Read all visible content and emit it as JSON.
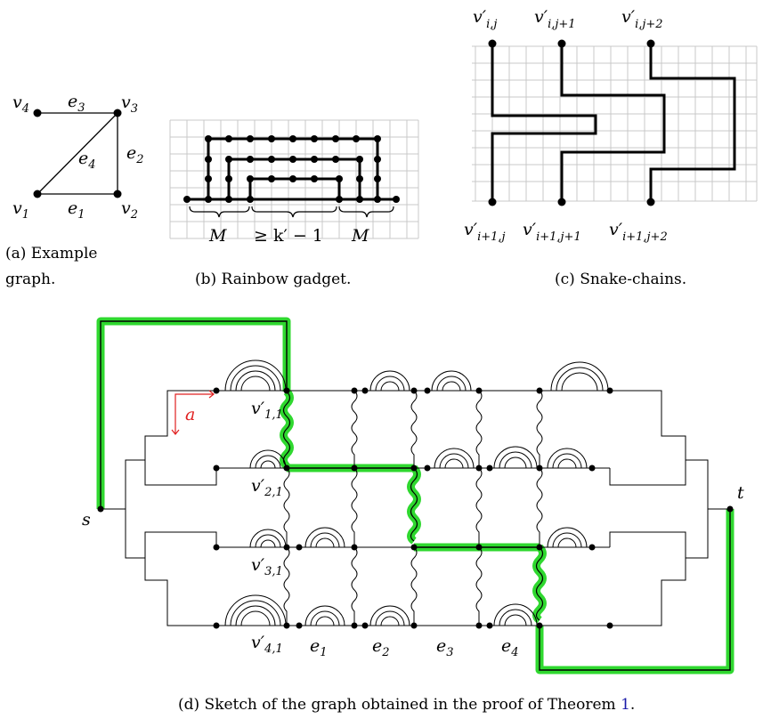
{
  "panel_a": {
    "vertices": {
      "v1": "v",
      "v2": "v",
      "v3": "v",
      "v4": "v"
    },
    "v1_sub": "1",
    "v2_sub": "2",
    "v3_sub": "3",
    "v4_sub": "4",
    "e1": "e",
    "e1_sub": "1",
    "e2": "e",
    "e2_sub": "2",
    "e3": "e",
    "e3_sub": "3",
    "e4": "e",
    "e4_sub": "4",
    "caption_line1": "(a)  Example",
    "caption_line2": "graph."
  },
  "panel_b": {
    "label_m_left": "M",
    "label_middle": "≥ k′ − 1",
    "label_m_right": "M",
    "caption": "(b) Rainbow gadget."
  },
  "panel_c": {
    "top1": "v′",
    "top1_sub": "i,j",
    "top2": "v′",
    "top2_sub": "i,j+1",
    "top3": "v′",
    "top3_sub": "i,j+2",
    "bot1": "v′",
    "bot1_sub": "i+1,j",
    "bot2": "v′",
    "bot2_sub": "i+1,j+1",
    "bot3": "v′",
    "bot3_sub": "i+1,j+2",
    "caption": "(c) Snake-chains."
  },
  "panel_d": {
    "s": "s",
    "t": "t",
    "a": "a",
    "v11": "v′",
    "v11_sub": "1,1",
    "v21": "v′",
    "v21_sub": "2,1",
    "v31": "v′",
    "v31_sub": "3,1",
    "v41": "v′",
    "v41_sub": "4,1",
    "e1": "e",
    "e1_sub": "1",
    "e2": "e",
    "e2_sub": "2",
    "e3": "e",
    "e3_sub": "3",
    "e4": "e",
    "e4_sub": "4",
    "caption_prefix": "(d) Sketch of the graph obtained in the proof of Theorem ",
    "caption_ref": "1",
    "caption_suffix": ".",
    "highlight_color": "#2fd82f",
    "arrow_color": "#e02020",
    "ref_color": "#1a1aa8"
  }
}
